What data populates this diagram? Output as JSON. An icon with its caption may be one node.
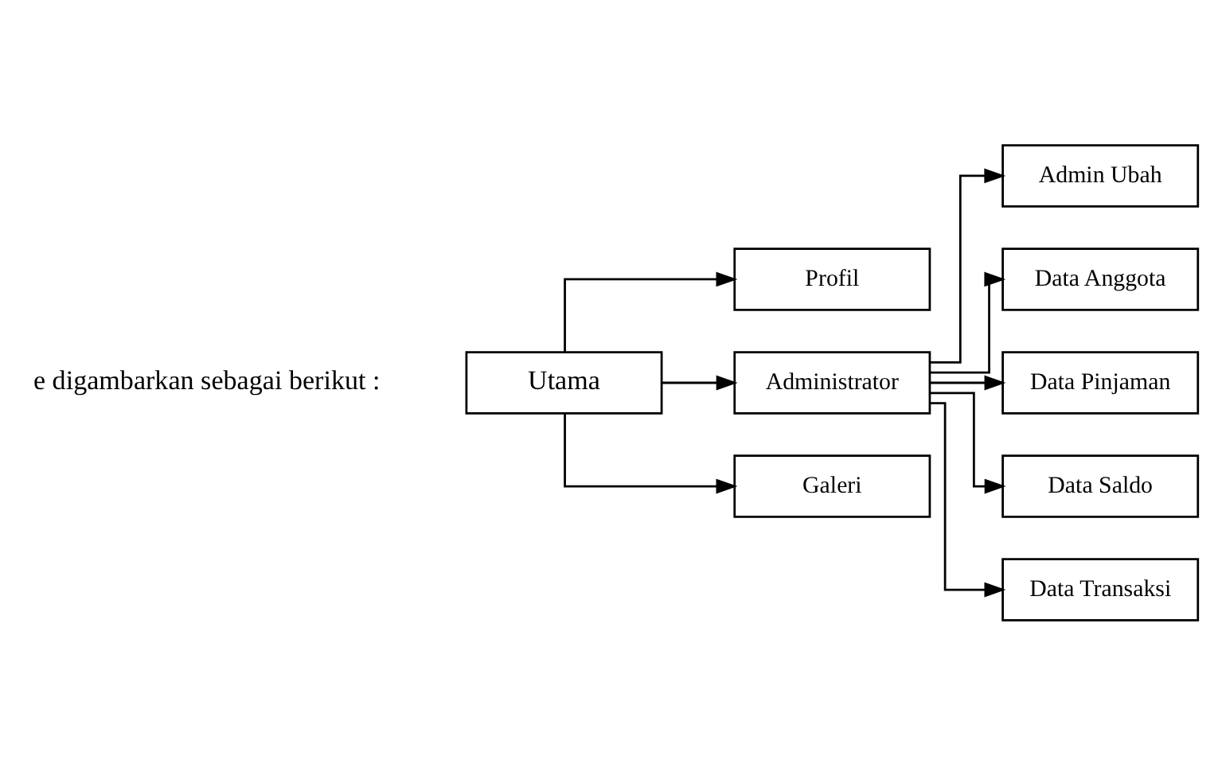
{
  "diagram": {
    "nodes": [
      {
        "text": [
          "Utama"
        ]
      },
      {
        "text": [
          "Profil"
        ]
      },
      {
        "text": [
          "Administrator"
        ]
      },
      {
        "text": [
          "Galeri"
        ]
      },
      {
        "text": [
          "Admin Ubah"
        ]
      },
      {
        "text": [
          "Data Anggota"
        ]
      },
      {
        "text": [
          "Data Pinjaman"
        ]
      },
      {
        "text": [
          "Data Saldo"
        ]
      },
      {
        "text": [
          "Data Transaksi"
        ]
      }
    ],
    "edges": [
      {
        "from": 0,
        "to": 1,
        "arrow": "to"
      },
      {
        "from": 0,
        "to": 2,
        "arrow": "to"
      },
      {
        "from": 0,
        "to": 3,
        "arrow": "to"
      },
      {
        "from": 2,
        "to": 4,
        "arrow": "to"
      },
      {
        "from": 2,
        "to": 5,
        "arrow": "to"
      },
      {
        "from": 2,
        "to": 6,
        "arrow": "to"
      },
      {
        "from": 2,
        "to": 7,
        "arrow": "to"
      },
      {
        "from": 2,
        "to": 8,
        "arrow": "to"
      }
    ],
    "labels": [
      "e digambarkan sebagai berikut :"
    ]
  }
}
